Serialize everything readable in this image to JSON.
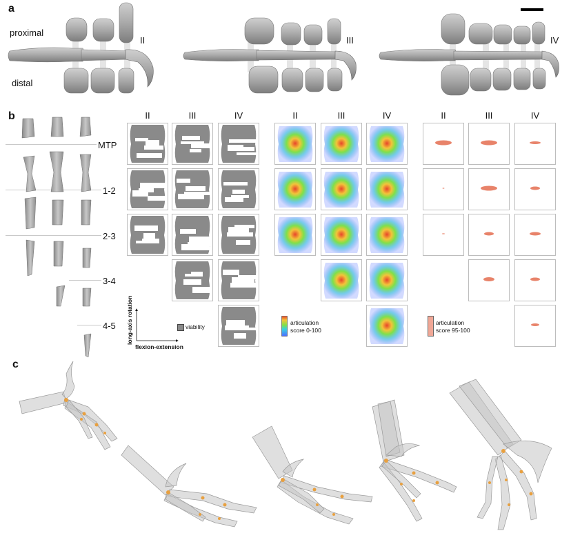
{
  "panels": {
    "a": {
      "letter": "a",
      "proximal_label": "proximal",
      "distal_label": "distal",
      "digits": [
        "II",
        "III",
        "IV"
      ]
    },
    "b": {
      "letter": "b",
      "joint_rows": [
        "MTP",
        "1-2",
        "2-3",
        "3-4",
        "4-5"
      ],
      "viability": {
        "columns": [
          "II",
          "III",
          "IV"
        ],
        "legend": "viability",
        "y_axis_label": "long-axis rotation",
        "x_axis_label": "flexion-extension"
      },
      "articulation": {
        "columns": [
          "II",
          "III",
          "IV"
        ],
        "legend_line1": "articulation",
        "legend_line2": "score 0-100"
      },
      "top_articulation": {
        "columns": [
          "II",
          "III",
          "IV"
        ],
        "legend_line1": "articulation",
        "legend_line2": "score 95-100"
      }
    },
    "c": {
      "letter": "c"
    }
  },
  "colors": {
    "bone": "#a9a9a9",
    "viability_fill": "#8a8a8a",
    "top_score": "#e8836a",
    "joint_highlight": "#e8a040"
  }
}
